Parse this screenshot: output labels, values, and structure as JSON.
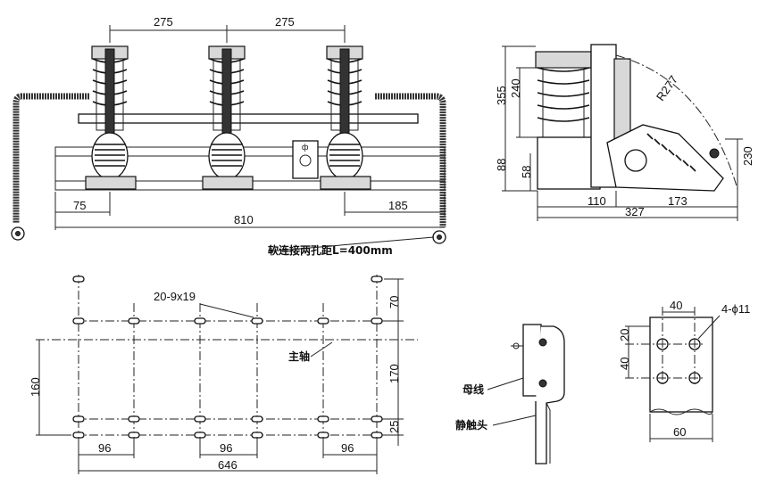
{
  "front_view": {
    "dim_pitch_left": "275",
    "dim_pitch_right": "275",
    "dim_left_offset": "75",
    "dim_right_offset": "185",
    "dim_overall_width": "810",
    "note_flexible_link": "软连接两孔距L=400mm"
  },
  "side_view": {
    "dim_insulator_height": "240",
    "dim_total_height": "355",
    "dim_base_height": "88",
    "dim_base_inner": "58",
    "dim_radius": "R277",
    "dim_spring_height": "230",
    "dim_base_width_a": "110",
    "dim_base_width_b": "173",
    "dim_base_overall": "327"
  },
  "mounting_plan": {
    "slot_spec": "20-9x19",
    "label_main_shaft": "主轴",
    "dim_height_left": "160",
    "dim_top": "70",
    "dim_middle": "170",
    "dim_bottom": "25",
    "dim_spacing_1": "96",
    "dim_spacing_2": "96",
    "dim_spacing_3": "96",
    "dim_overall": "646"
  },
  "contact_detail": {
    "label_busbar": "母线",
    "label_static_contact": "静触头"
  },
  "hole_detail": {
    "dim_width_top": "40",
    "hole_spec": "4-ϕ11",
    "dim_v_small": "20",
    "dim_v_large": "40",
    "dim_width_bottom": "60"
  }
}
